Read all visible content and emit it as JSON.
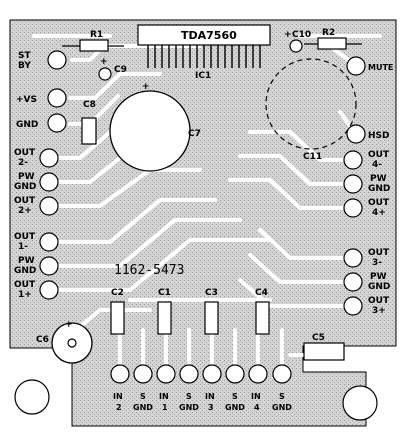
{
  "colors": {
    "board": "#cfcfcf",
    "ink": "#000000",
    "pad": "#ffffff",
    "hatch": "#9a9a9a"
  },
  "board_code": "1162-5473",
  "ic": {
    "label": "TDA7560",
    "designator": "IC1"
  },
  "components": {
    "r1": "R1",
    "r2": "R2",
    "c1": "C1",
    "c2": "C2",
    "c3": "C3",
    "c4": "C4",
    "c5": "C5",
    "c6": "C6",
    "c7": "C7",
    "c8": "C8",
    "c9": "C9",
    "c10": "C10",
    "c11": "C11"
  },
  "polarity": {
    "c6": "+",
    "c7": "+",
    "c9": "+",
    "c10": "+"
  },
  "left_pads": {
    "stby": [
      "ST",
      "BY"
    ],
    "vs": [
      "+VS"
    ],
    "gnd": [
      "GND"
    ],
    "out2m": [
      "OUT",
      "2-"
    ],
    "pwgnd_a": [
      "PW",
      "GND"
    ],
    "out2p": [
      "OUT",
      "2+"
    ],
    "out1m": [
      "OUT",
      "1-"
    ],
    "pwgnd_b": [
      "PW",
      "GND"
    ],
    "out1p": [
      "OUT",
      "1+"
    ]
  },
  "right_pads": {
    "mute": [
      "MUTE"
    ],
    "hsd": [
      "HSD"
    ],
    "out4m": [
      "OUT",
      "4-"
    ],
    "pwgnd_c": [
      "PW",
      "GND"
    ],
    "out4p": [
      "OUT",
      "4+"
    ],
    "out3m": [
      "OUT",
      "3-"
    ],
    "pwgnd_d": [
      "PW",
      "GND"
    ],
    "out3p": [
      "OUT",
      "3+"
    ]
  },
  "bottom_pads": {
    "in2": [
      "IN",
      "2"
    ],
    "sgnd_a": [
      "S",
      "GND"
    ],
    "in1": [
      "IN",
      "1"
    ],
    "sgnd_b": [
      "S",
      "GND"
    ],
    "in3": [
      "IN",
      "3"
    ],
    "sgnd_c": [
      "S",
      "GND"
    ],
    "in4": [
      "IN",
      "4"
    ],
    "sgnd_d": [
      "S",
      "GND"
    ]
  }
}
